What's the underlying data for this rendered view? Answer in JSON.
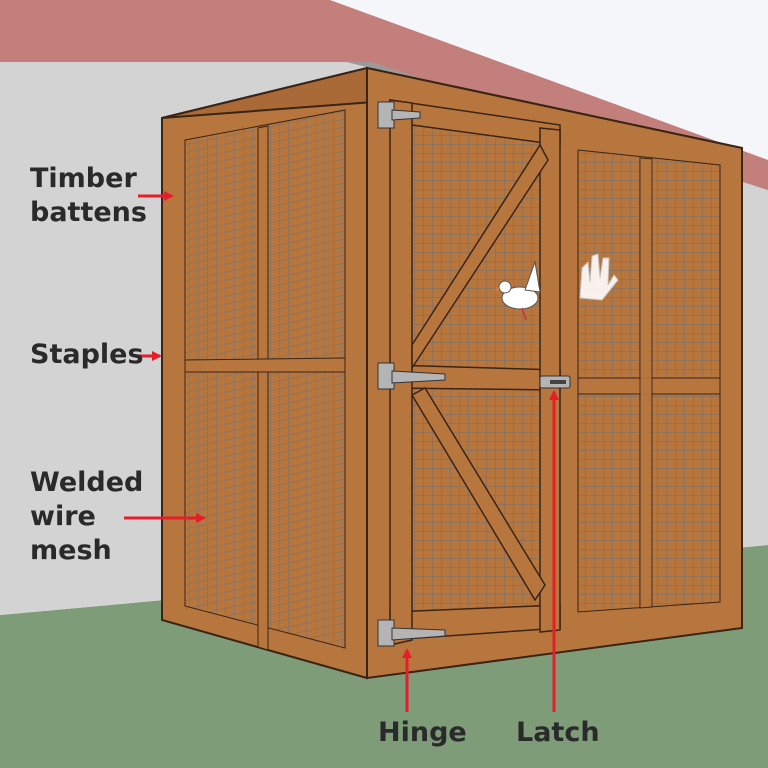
{
  "labels": {
    "timber_battens": [
      "Timber",
      "battens"
    ],
    "staples": "Staples",
    "welded_wire_mesh": [
      "Welded",
      "wire",
      "mesh"
    ],
    "hinge": "Hinge",
    "latch": "Latch"
  },
  "colors": {
    "sky": "#f4f6fa",
    "roof": "#c27f7b",
    "roof_underside": "#9a9a9a",
    "wall": "#d3d3d3",
    "ground": "#7f9c79",
    "timber": "#b8763f",
    "timber_outline": "#3a2414",
    "mesh": "#6e6e6e",
    "window": "#a9cdd8",
    "arrow": "#e51e2a",
    "hardware": "#b4b4b4"
  },
  "icons": {
    "bird": "dove-icon",
    "hand": "hand-icon"
  }
}
